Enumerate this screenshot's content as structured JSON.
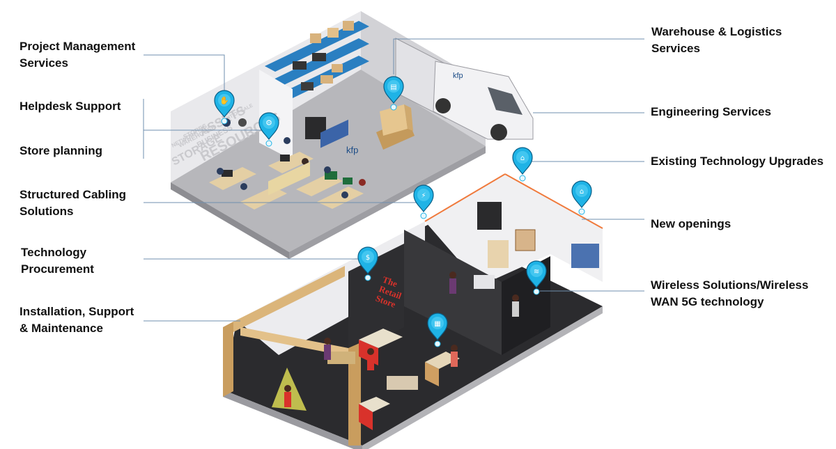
{
  "left_labels": [
    "Project Management\nServices",
    "Helpdesk Support",
    "Store planning",
    "Structured Cabling\nSolutions",
    "Technology\nProcurement",
    "Installation, Support\n& Maintenance"
  ],
  "right_labels": [
    "Warehouse & Logistics\nServices",
    "Engineering Services",
    "Existing Technology Upgrades",
    "New openings",
    "Wireless Solutions/Wireless\nWAN 5G technology"
  ],
  "office_logo": "kfp",
  "van_logo": "kfp",
  "store_sign": "The\nRetail\nStore",
  "wall_words": [
    "ASSETS",
    "STORAGE",
    "WAREHOUSE",
    "RESOURCES",
    "NETWORK",
    "BUSINESS",
    "POINT OF SALE",
    "STORES"
  ],
  "colors": {
    "pin": "#1fb3e6",
    "pin_dark": "#0a7fb0",
    "line": "#6f8faf",
    "floor_office": "#b5b5b9",
    "store_floor": "#2c2c2f",
    "wood": "#d9b37a",
    "accent_red": "#d9322b"
  }
}
